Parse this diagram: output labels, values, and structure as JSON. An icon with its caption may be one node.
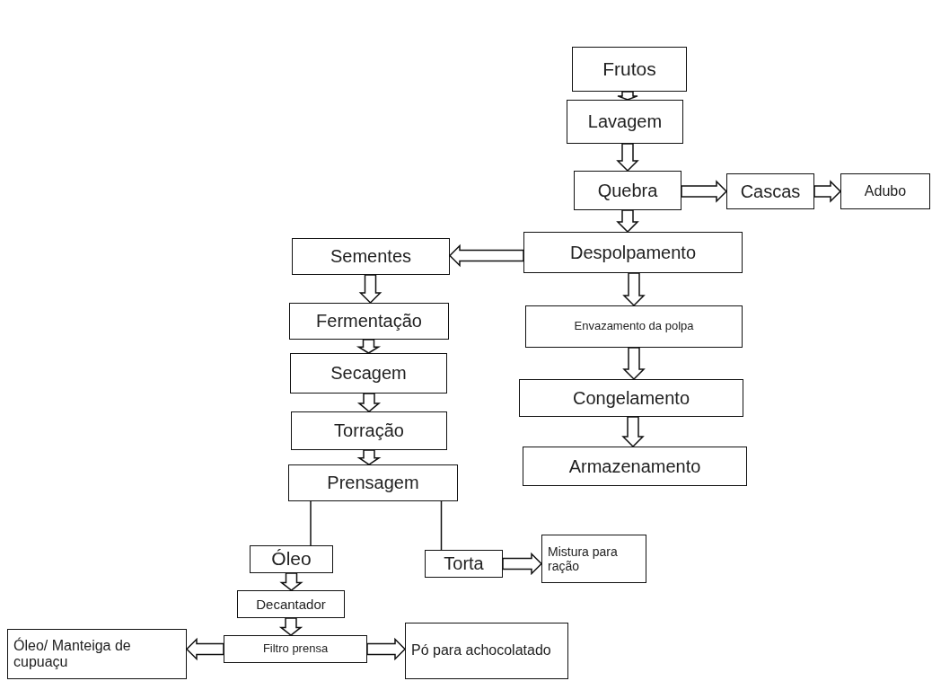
{
  "diagram": {
    "nodes": [
      {
        "text": [
          "Frutos"
        ]
      },
      {
        "text": [
          "Lavagem"
        ]
      },
      {
        "text": [
          "Quebra"
        ]
      },
      {
        "text": [
          "Cascas"
        ]
      },
      {
        "text": [
          "Adubo"
        ]
      },
      {
        "text": [
          "Despolpamento"
        ]
      },
      {
        "text": [
          "Sementes"
        ]
      },
      {
        "text": [
          "Envazamento da polpa"
        ]
      },
      {
        "text": [
          "Fermentação"
        ]
      },
      {
        "text": [
          "Congelamento"
        ]
      },
      {
        "text": [
          "Secagem"
        ]
      },
      {
        "text": [
          "Armazenamento"
        ]
      },
      {
        "text": [
          "Torração"
        ]
      },
      {
        "text": [
          "Prensagem"
        ]
      },
      {
        "text": [
          "Óleo"
        ]
      },
      {
        "text": [
          "Torta"
        ]
      },
      {
        "text": [
          "Mistura para ração"
        ]
      },
      {
        "text": [
          "Decantador"
        ]
      },
      {
        "text": [
          "Filtro prensa"
        ]
      },
      {
        "text": [
          "Óleo/ Manteiga de cupuaçu"
        ]
      },
      {
        "text": [
          "Pó para achocolatado"
        ]
      }
    ],
    "edges": [
      {
        "from": 0,
        "to": 1,
        "arrow": "to"
      },
      {
        "from": 1,
        "to": 2,
        "arrow": "to"
      },
      {
        "from": 2,
        "to": 3,
        "arrow": "to"
      },
      {
        "from": 3,
        "to": 4,
        "arrow": "to"
      },
      {
        "from": 2,
        "to": 5,
        "arrow": "to"
      },
      {
        "from": 5,
        "to": 6,
        "arrow": "to"
      },
      {
        "from": 5,
        "to": 7,
        "arrow": "to"
      },
      {
        "from": 7,
        "to": 9,
        "arrow": "to"
      },
      {
        "from": 9,
        "to": 11,
        "arrow": "to"
      },
      {
        "from": 6,
        "to": 8,
        "arrow": "to"
      },
      {
        "from": 8,
        "to": 10,
        "arrow": "to"
      },
      {
        "from": 10,
        "to": 12,
        "arrow": "to"
      },
      {
        "from": 12,
        "to": 13,
        "arrow": "to"
      },
      {
        "from": 13,
        "to": 14,
        "arrow": "none"
      },
      {
        "from": 13,
        "to": 15,
        "arrow": "none"
      },
      {
        "from": 15,
        "to": 16,
        "arrow": "to"
      },
      {
        "from": 14,
        "to": 17,
        "arrow": "to"
      },
      {
        "from": 17,
        "to": 18,
        "arrow": "to"
      },
      {
        "from": 18,
        "to": 19,
        "arrow": "to"
      },
      {
        "from": 18,
        "to": 20,
        "arrow": "to"
      }
    ]
  }
}
